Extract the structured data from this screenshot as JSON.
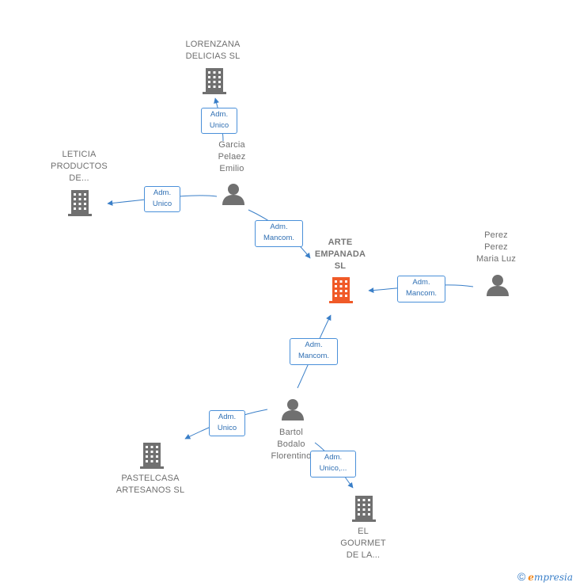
{
  "nodes": {
    "lorenzana": {
      "label": "LORENZANA\nDELICIAS  SL",
      "type": "company"
    },
    "leticia": {
      "label": "LETICIA\nPRODUCTOS\nDE...",
      "type": "company"
    },
    "garcia": {
      "label": "Garcia\nPelaez\nEmilio",
      "type": "person"
    },
    "arte": {
      "label": "ARTE\nEMPANADA\nSL",
      "type": "main-company"
    },
    "perez": {
      "label": "Perez\nPerez\nMaria Luz",
      "type": "person"
    },
    "bartol": {
      "label": "Bartol\nBodalo\nFlorentino",
      "type": "person"
    },
    "pastelcasa": {
      "label": "PASTELCASA\nARTESANOS SL",
      "type": "company"
    },
    "gourmet": {
      "label": "EL\nGOURMET\nDE LA...",
      "type": "company"
    }
  },
  "edges": {
    "e1": {
      "label": "Adm.\nUnico"
    },
    "e2": {
      "label": "Adm.\nUnico"
    },
    "e3": {
      "label": "Adm.\nMancom."
    },
    "e4": {
      "label": "Adm.\nMancom."
    },
    "e5": {
      "label": "Adm.\nMancom."
    },
    "e6": {
      "label": "Adm.\nUnico"
    },
    "e7": {
      "label": "Adm.\nUnico,..."
    }
  },
  "colors": {
    "edge": "#3a7fc8",
    "company_icon": "#707070",
    "main_icon": "#f05a28",
    "person_icon": "#707070"
  },
  "footer": {
    "copyright": "©",
    "brand_initial": "e",
    "brand_rest": "mpresia"
  }
}
